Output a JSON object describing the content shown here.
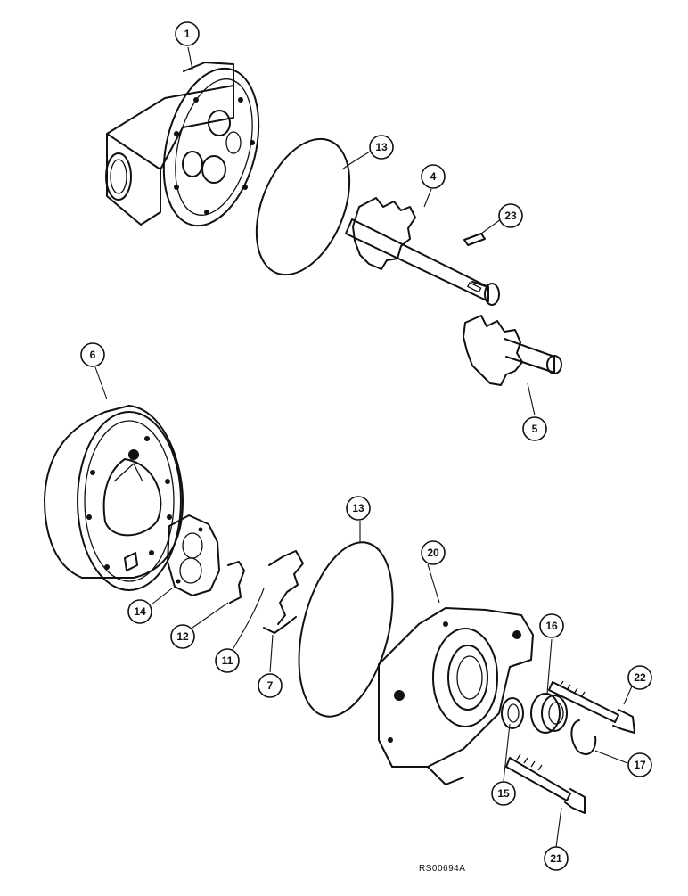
{
  "figure_code": "RS00694A",
  "callouts": [
    "1",
    "13",
    "4",
    "23",
    "5",
    "6",
    "13",
    "20",
    "14",
    "12",
    "11",
    "7",
    "16",
    "22",
    "17",
    "15",
    "21"
  ],
  "parts": [
    "pump-housing",
    "o-ring-upper",
    "drive-gear-shaft",
    "key",
    "driven-gear",
    "gear-housing-body",
    "seal-plate",
    "seal-clip",
    "seal-retainer",
    "wire-seal",
    "o-ring-lower",
    "end-cover",
    "oil-seal",
    "cap-screw-upper",
    "snap-ring",
    "washer",
    "cap-screw-lower"
  ]
}
